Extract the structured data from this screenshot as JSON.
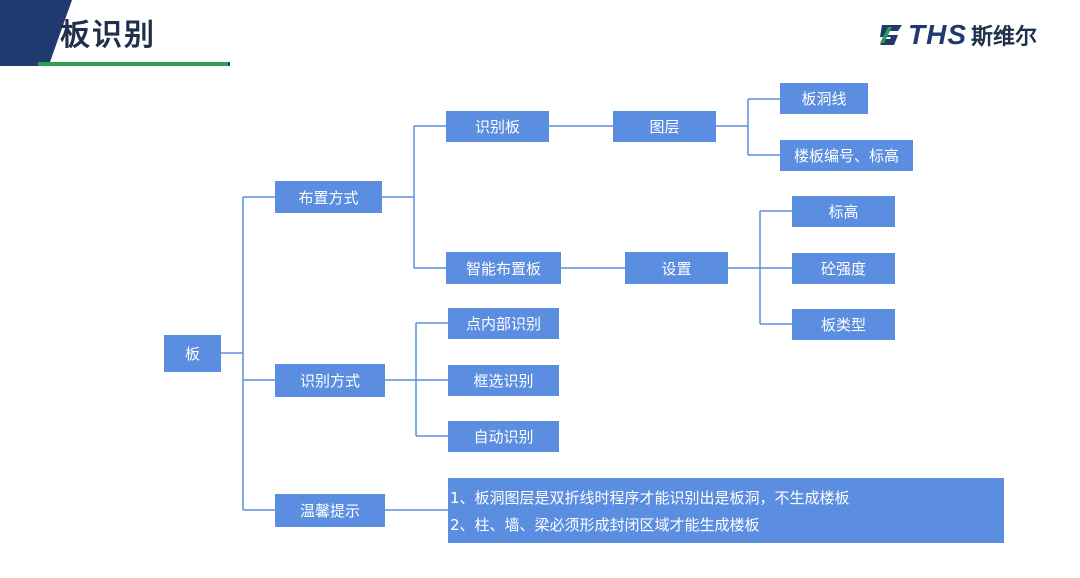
{
  "header": {
    "title": "板识别",
    "logo_text": "THS",
    "logo_cn": "斯维尔"
  },
  "diagram": {
    "root": "板",
    "l1": {
      "layout": "布置方式",
      "recognize": "识别方式",
      "tips": "温馨提示"
    },
    "l2": {
      "recognize_slab": "识别板",
      "smart_layout": "智能布置板",
      "point_inside": "点内部识别",
      "box_select": "框选识别",
      "auto": "自动识别"
    },
    "l3": {
      "layer": "图层",
      "settings": "设置"
    },
    "l4": {
      "slab_hole_line": "板洞线",
      "floor_number_elev": "楼板编号、标高",
      "elevation": "标高",
      "concrete_strength": "砼强度",
      "slab_type": "板类型"
    },
    "tips": {
      "line1": "1、板洞图层是双折线时程序才能识别出是板洞，不生成楼板",
      "line2": "2、柱、墙、梁必须形成封闭区域才能生成楼板"
    }
  },
  "colors": {
    "node": "#5b8ee0",
    "line": "#5b8ee0",
    "header_dark": "#1f3a6e",
    "header_green": "#2e9e4f"
  }
}
